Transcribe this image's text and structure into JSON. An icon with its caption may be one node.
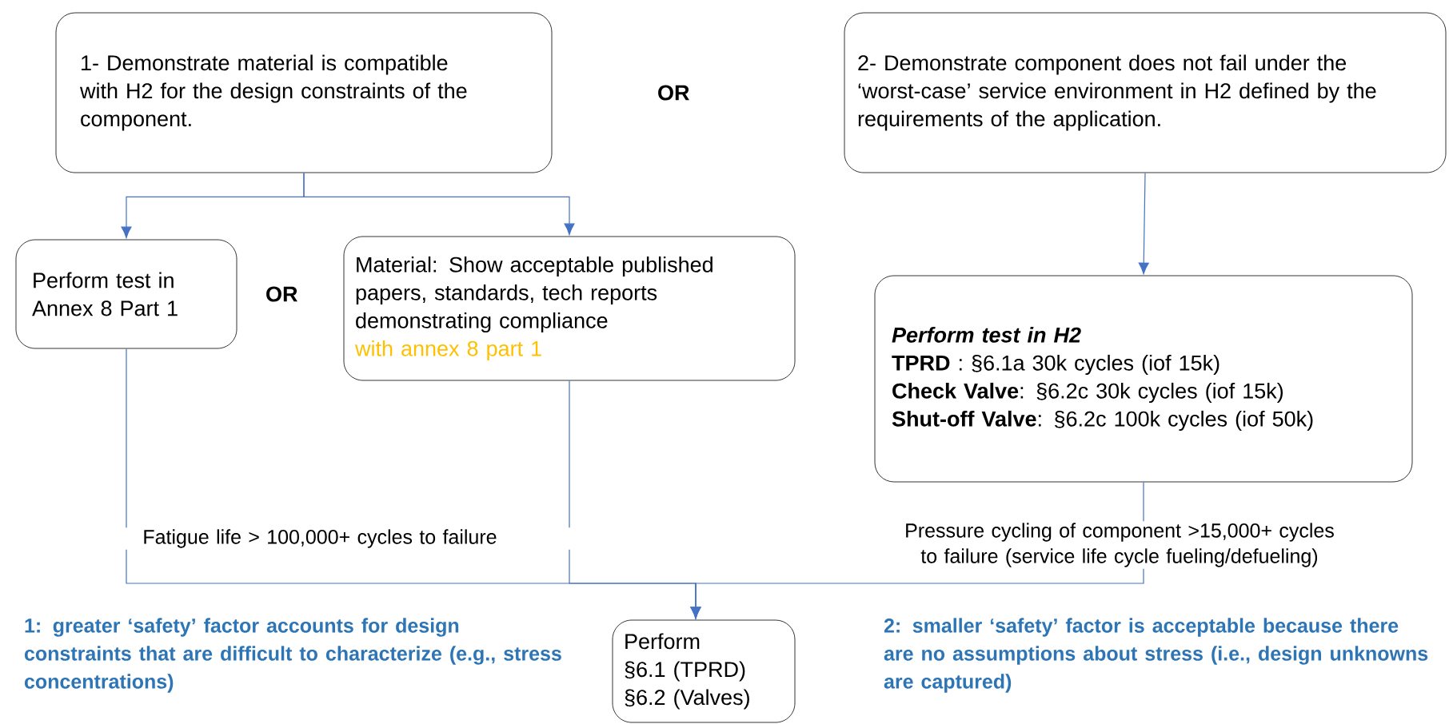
{
  "diagram": {
    "nodes": [
      {
        "text": [
          "1- Demonstrate material is compatible with H2 for the design constraints of the component."
        ]
      },
      {
        "text": [
          "2- Demonstrate component does not fail under the ‘worst-case’ service environment in H2 defined by the requirements of the application."
        ]
      },
      {
        "text": [
          "Perform test in Annex 8 Part 1"
        ]
      },
      {
        "text": [
          "Material: Show acceptable published papers, standards, tech reports demonstrating compliance",
          "with annex 8 part 1"
        ]
      },
      {
        "text": [
          "Perform test in H2",
          "**TPRD** : §6.1a 30k cycles (iof 15k)",
          "**Check Valve**: §6.2c 30k cycles (iof 15k)",
          "**Shut-off Valve**: §6.2c 100k cycles (iof 50k)"
        ]
      },
      {
        "text": [
          "Perform",
          "§6.1 (TPRD)",
          "§6.2 (Valves)"
        ]
      }
    ],
    "edges": [
      {
        "from": 0,
        "to": 2,
        "arrow": "to"
      },
      {
        "from": 0,
        "to": 3,
        "arrow": "to"
      },
      {
        "from": 1,
        "to": 4,
        "arrow": "to"
      },
      {
        "from": 2,
        "to": 5,
        "arrow": "to",
        "label": "Fatigue life > 100,000+ cycles to failure"
      },
      {
        "from": 3,
        "to": 5,
        "arrow": "to"
      },
      {
        "from": 4,
        "to": 5,
        "arrow": "to",
        "label": "Pressure cycling of component >15,000+ cycles to failure (service life cycle fueling/defueling)"
      }
    ],
    "labels": [
      "OR",
      "OR",
      "1: greater ‘safety’ factor accounts for design constraints that are difficult to characterize (e.g., stress concentrations)",
      "2: smaller ‘safety’ factor is acceptable because there are no assumptions about stress (i.e., design unknowns are captured)"
    ]
  }
}
